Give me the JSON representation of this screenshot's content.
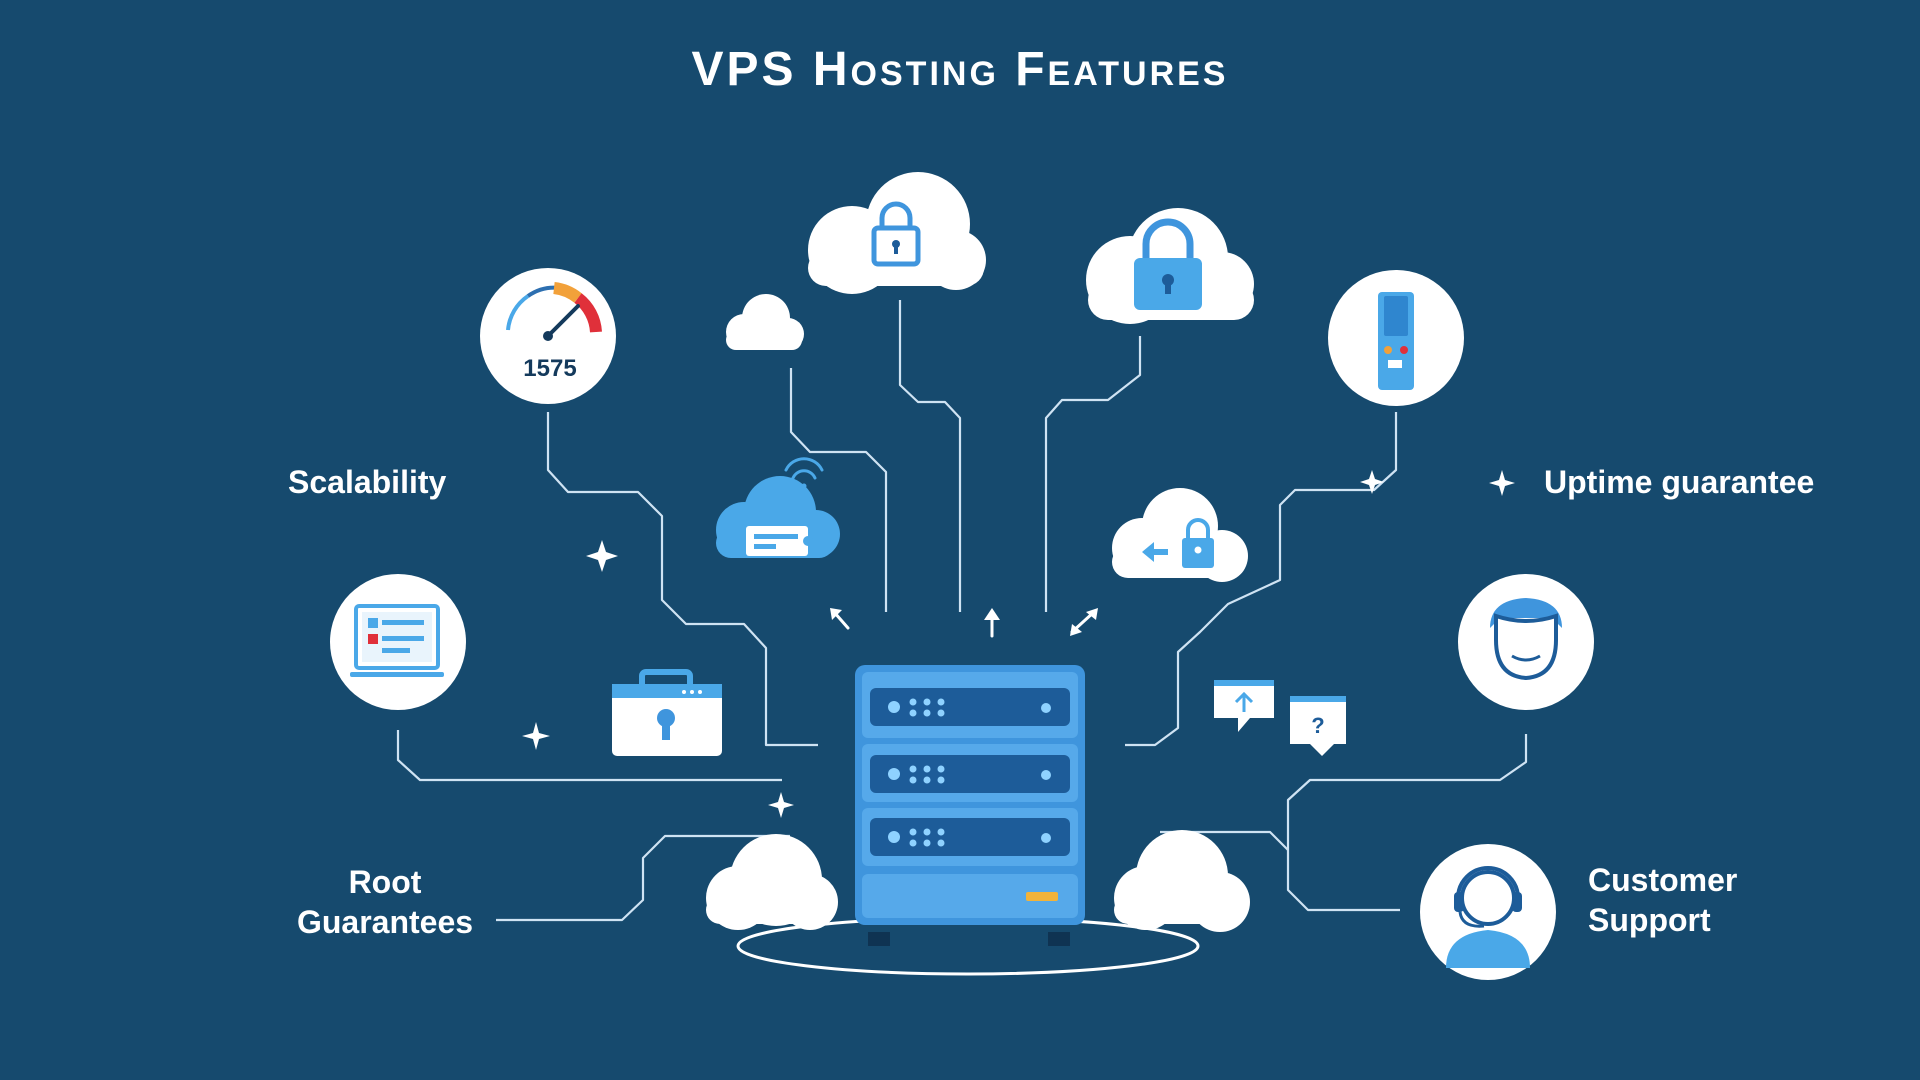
{
  "title": "VPS Hosting Features",
  "labels": {
    "scalability": "Scalability",
    "uptime": "Uptime guarantee",
    "root_line1": "Root",
    "root_line2": "Guarantees",
    "support_line1": "Customer",
    "support_line2": "Support"
  },
  "speedometer": {
    "value": "1575"
  },
  "colors": {
    "background": "#164a6e",
    "accent_blue": "#4aa8e8",
    "server_body": "#3f95dd",
    "server_dark": "#1d5c99",
    "line": "#cfe3f3",
    "gauge_red": "#e0303a",
    "gauge_orange": "#f2a13a"
  },
  "icons": [
    "speedometer-icon",
    "cloud-lock-icon",
    "cloud-icon",
    "cloud-server-icon",
    "cloud-transfer-icon",
    "remote-control-icon",
    "admin-panel-icon",
    "briefcase-lock-icon",
    "server-rack-icon",
    "user-icon",
    "headset-support-icon",
    "chat-bubbles-icon",
    "sparkle-icon",
    "wifi-icon"
  ]
}
